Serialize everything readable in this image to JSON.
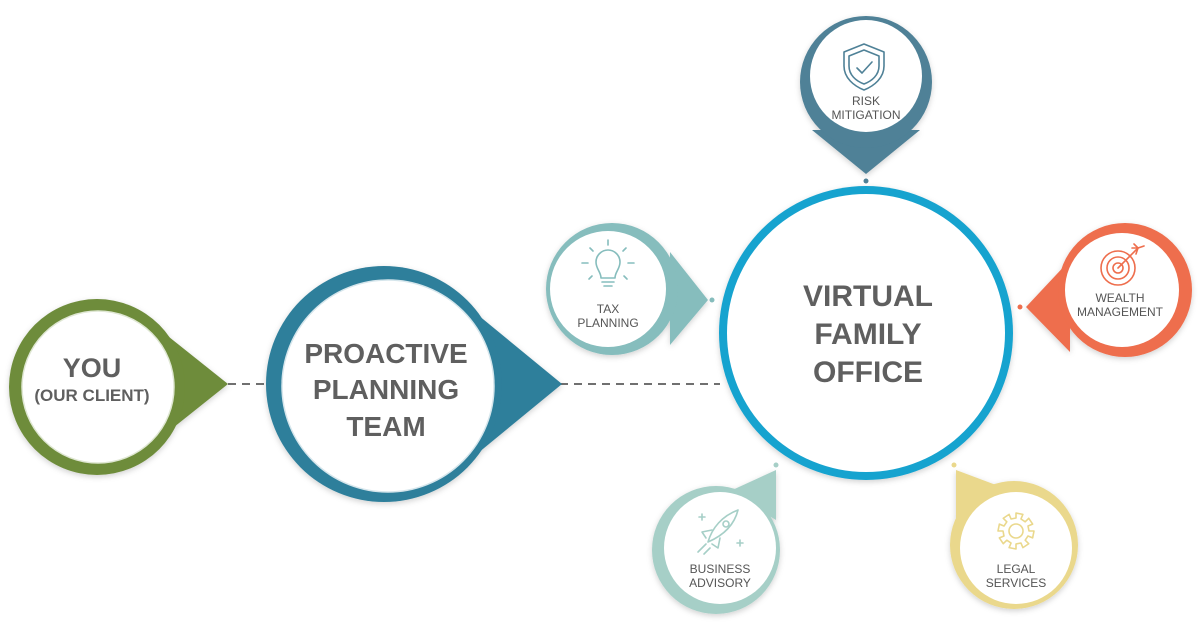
{
  "colors": {
    "client": "#6e8c3a",
    "team": "#2f7f9b",
    "vfo": "#19a3cf",
    "tax": "#86bdbd",
    "risk": "#4f8197",
    "wealth": "#ee6e4d",
    "business": "#a6cfc7",
    "legal": "#ead88c",
    "connector": "#707070",
    "text": "#5f5f5f"
  },
  "nodes": {
    "client": {
      "line1": "YOU",
      "line2": "(OUR CLIENT)"
    },
    "team": {
      "line1": "PROACTIVE",
      "line2": "PLANNING",
      "line3": "TEAM"
    },
    "vfo": {
      "line1": "VIRTUAL",
      "line2": "FAMILY",
      "line3": "OFFICE"
    },
    "services": {
      "risk": {
        "line1": "RISK",
        "line2": "MITIGATION",
        "icon": "shield-check-icon"
      },
      "tax": {
        "line1": "TAX",
        "line2": "PLANNING",
        "icon": "lightbulb-icon"
      },
      "wealth": {
        "line1": "WEALTH",
        "line2": "MANAGEMENT",
        "icon": "target-icon"
      },
      "business": {
        "line1": "BUSINESS",
        "line2": "ADVISORY",
        "icon": "rocket-icon"
      },
      "legal": {
        "line1": "LEGAL",
        "line2": "SERVICES",
        "icon": "gear-icon"
      }
    }
  }
}
